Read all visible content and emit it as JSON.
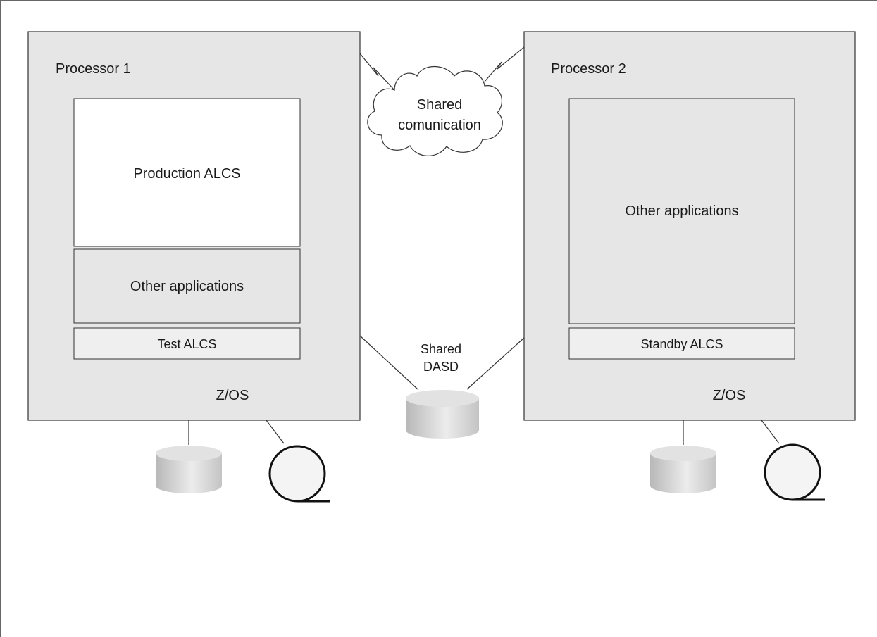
{
  "processor_1": {
    "title": "Processor 1",
    "production": "Production ALCS",
    "other_apps": "Other applications",
    "test": "Test ALCS",
    "os": "Z/OS"
  },
  "processor_2": {
    "title": "Processor 2",
    "other_apps": "Other applications",
    "standby": "Standby ALCS",
    "os": "Z/OS"
  },
  "shared_communication": {
    "line1": "Shared",
    "line2": "comunication"
  },
  "shared_dasd": {
    "line1": "Shared",
    "line2": "DASD"
  },
  "colors": {
    "processor_fill": "#e6e6e6",
    "light_fill": "#efefef",
    "stroke": "#333333"
  }
}
